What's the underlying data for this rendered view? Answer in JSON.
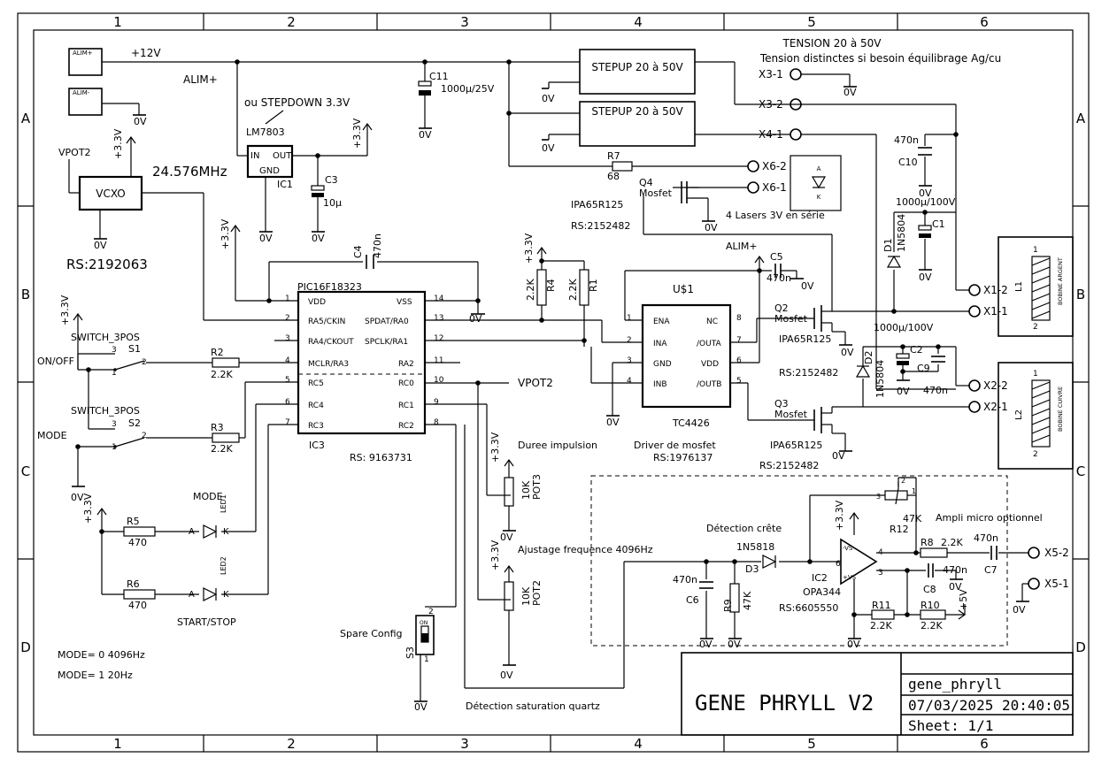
{
  "frame": {
    "columns": [
      "1",
      "2",
      "3",
      "4",
      "5",
      "6"
    ],
    "rows": [
      "A",
      "B",
      "C",
      "D"
    ]
  },
  "title_block": {
    "title": "GENE PHRYLL V2",
    "name": "gene_phryll",
    "datetime": "07/03/2025 20:40:05",
    "sheet": "Sheet: 1/1"
  },
  "power": {
    "alim_plus_pin": "ALIM+",
    "alim_minus_pin": "ALIM-",
    "v12": "+12V",
    "alim_net": "ALIM+",
    "alim_net2": "ALIM+",
    "gnd": "0V",
    "v33": "+3.3V",
    "v5": "+5V"
  },
  "regulator": {
    "alt_label": "ou STEPDOWN 3.3V",
    "part": "LM7803",
    "ref": "IC1",
    "pin_in": "IN",
    "pin_out": "OUT",
    "pin_gnd": "GND"
  },
  "caps": {
    "c11": "C11",
    "c11_val": "1000µ/25V",
    "c3": "C3",
    "c3_val": "10µ",
    "c4": "C4",
    "c4_val": "470n",
    "c5": "C5",
    "c5_val": "470n",
    "c10": "C10",
    "c10_val": "470n",
    "c1": "C1",
    "c1_val": "1000µ/100V",
    "c2": "C2",
    "c2_val": "1000µ/100V",
    "c9": "C9",
    "c9_val": "470n",
    "c6": "C6",
    "c6_val": "470n",
    "c8": "C8",
    "c8_val": "470n",
    "c7": "C7",
    "c7_val": "470n"
  },
  "vcxo": {
    "label": "VCXO",
    "freq": "24.576MHz",
    "vpot": "VPOT2",
    "rs": "RS:2192063"
  },
  "stepup": {
    "label1": "STEPUP 20 à 50V",
    "label2": "STEPUP 20 à 50V",
    "tension_title": "TENSION 20 à 50V",
    "tension_note": "Tension distinctes si besoin équilibrage Ag/cu"
  },
  "connectors": {
    "x3_1": "X3-1",
    "x3_2": "X3-2",
    "x4_1": "X4-1",
    "x6_2": "X6-2",
    "x6_1": "X6-1",
    "x1_2": "X1-2",
    "x1_1": "X1-1",
    "x2_2": "X2-2",
    "x2_1": "X2-1",
    "x5_2": "X5-2",
    "x5_1": "X5-1"
  },
  "lasers": {
    "r7": "R7",
    "r7_val": "68",
    "q4": "Q4",
    "q4_type": "Mosfet",
    "q4_part": "IPA65R125",
    "q4_rs": "RS:2152482",
    "note": "4 Lasers 3V en série"
  },
  "pic": {
    "ref": "IC3",
    "part": "PIC16F18323",
    "rs": "RS: 9163731",
    "left_pins": [
      {
        "num": "1",
        "name": "VDD"
      },
      {
        "num": "2",
        "name": "RA5/CKIN"
      },
      {
        "num": "3",
        "name": "RA4/CKOUT"
      },
      {
        "num": "4",
        "name": "MCLR/RA3"
      },
      {
        "num": "5",
        "name": "RC5"
      },
      {
        "num": "6",
        "name": "RC4"
      },
      {
        "num": "7",
        "name": "RC3"
      }
    ],
    "right_pins": [
      {
        "num": "14",
        "name": "VSS"
      },
      {
        "num": "13",
        "name": "SPDAT/RA0"
      },
      {
        "num": "12",
        "name": "SPCLK/RA1"
      },
      {
        "num": "11",
        "name": "RA2"
      },
      {
        "num": "10",
        "name": "RC0"
      },
      {
        "num": "9",
        "name": "RC1"
      },
      {
        "num": "8",
        "name": "RC2"
      }
    ]
  },
  "driver": {
    "ref": "U$1",
    "part": "TC4426",
    "desc": "Driver de mosfet",
    "rs": "RS:1976137",
    "left_pins": [
      {
        "num": "1",
        "name": "ENA"
      },
      {
        "num": "2",
        "name": "INA"
      },
      {
        "num": "3",
        "name": "GND"
      },
      {
        "num": "4",
        "name": "INB"
      }
    ],
    "right_pins": [
      {
        "num": "8",
        "name": "NC"
      },
      {
        "num": "7",
        "name": "/OUTA"
      },
      {
        "num": "6",
        "name": "VDD"
      },
      {
        "num": "5",
        "name": "/OUTB"
      }
    ]
  },
  "resistors": {
    "r4": "R4",
    "r4_val": "2.2K",
    "r1": "R1",
    "r1_val": "2.2K",
    "r2": "R2",
    "r2_val": "2.2K",
    "r3": "R3",
    "r3_val": "2.2K",
    "r5": "R5",
    "r5_val": "470",
    "r6": "R6",
    "r6_val": "470",
    "r8": "R8",
    "r8_val": "2.2K",
    "r9": "R9",
    "r9_val": "47K",
    "r10": "R10",
    "r10_val": "2.2K",
    "r11": "R11",
    "r11_val": "2.2K",
    "r12": "R12",
    "r12_val": "47K"
  },
  "mosfets": {
    "q2": "Q2",
    "q2_type": "Mosfet",
    "q2_part": "IPA65R125",
    "q2_rs": "RS:2152482",
    "q3": "Q3",
    "q3_type": "Mosfet",
    "q3_part": "IPA65R125",
    "q3_rs": "RS:2152482"
  },
  "diodes": {
    "d1": "D1",
    "d1_part": "1N5804",
    "d2": "D2",
    "d2_part": "1N5804",
    "d3": "D3",
    "d3_part": "1N5818"
  },
  "coils": {
    "l1": "L1",
    "l1_label": "BOBINE ARGENT",
    "l2": "L2",
    "l2_label": "BOBINE CUIVRE"
  },
  "switches": {
    "s1_type": "SWITCH_3POS",
    "s1": "S1",
    "s1_func": "ON/OFF",
    "s2_type": "SWITCH_3POS",
    "s2": "S2",
    "s2_func": "MODE",
    "s3": "S3",
    "s3_func": "Spare Config",
    "s3_on": "ON"
  },
  "leds": {
    "led1": "LED1",
    "led1_func": "MODE",
    "led2": "LED2",
    "led2_func": "START/STOP"
  },
  "pots": {
    "pot3": "POT3",
    "pot3_val": "10K",
    "pot3_func": "Duree impulsion",
    "pot2": "POT2",
    "pot2_val": "10K",
    "pot2_func": "Ajustage frequence 4096Hz",
    "vpot_net": "VPOT2"
  },
  "analog": {
    "title": "Détection crête",
    "amp": "Ampli micro optionnel",
    "ic2": "IC2",
    "ic2_part": "OPA344",
    "ic2_rs": "RS:6605550",
    "vs_minus": "-VS",
    "vs_plus": "+VS",
    "saturation": "Détection saturation quartz"
  },
  "modes": {
    "m0": "MODE= 0   4096Hz",
    "m1": "MODE= 1   20Hz"
  }
}
